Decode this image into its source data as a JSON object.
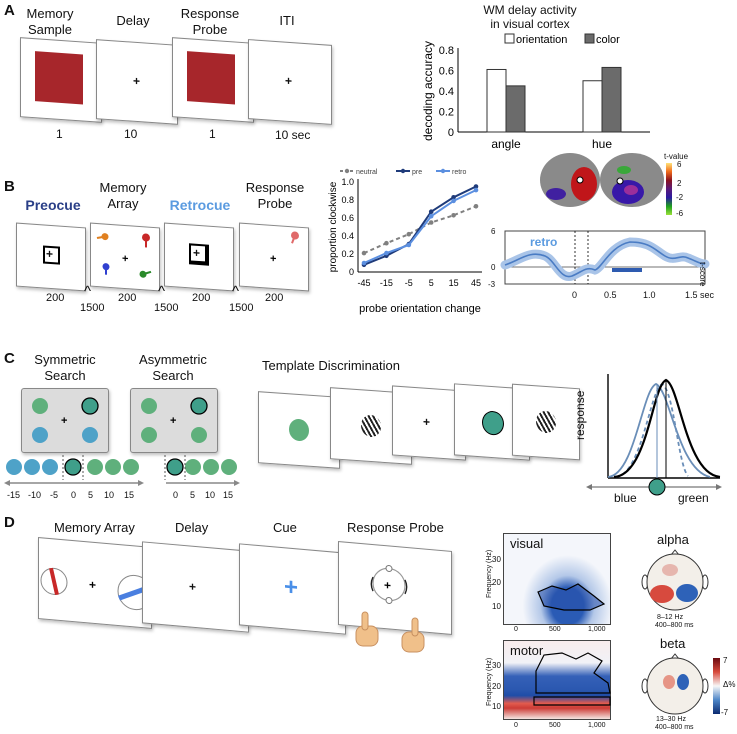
{
  "panels": {
    "a": "A",
    "b": "B",
    "c": "C",
    "d": "D"
  },
  "a": {
    "stages": [
      "Memory\nSample",
      "Delay",
      "Response\nProbe",
      "ITI"
    ],
    "durations": [
      "1",
      "10",
      "1",
      "10 sec"
    ],
    "chart_title": "WM delay activity\nin visual cortex",
    "chart_data": {
      "type": "bar",
      "title": "WM delay activity in visual cortex",
      "ylabel": "decoding accuracy",
      "xlabel": "",
      "ylim": [
        0,
        0.8
      ],
      "yticks": [
        "0",
        "0.2",
        "0.4",
        "0.6",
        "0.8"
      ],
      "categories": [
        "angle",
        "hue"
      ],
      "series": [
        {
          "name": "orientation",
          "values": [
            0.61,
            0.5
          ],
          "color": "#ffffff"
        },
        {
          "name": "color",
          "values": [
            0.45,
            0.63
          ],
          "color": "#6b6b6b"
        }
      ],
      "legend": "top-right"
    }
  },
  "b": {
    "stages": [
      "Preocue",
      "Memory\nArray",
      "Retrocue",
      "Response\nProbe"
    ],
    "durations": [
      "200",
      "200",
      "200",
      "200"
    ],
    "jitter": [
      "1500",
      "1500",
      "1500"
    ],
    "chart_data": {
      "type": "line",
      "xlabel": "probe orientation change",
      "ylabel": "proportion clockwise",
      "x": [
        "-45",
        "-15",
        "-5",
        "5",
        "15",
        "45"
      ],
      "ylim": [
        0,
        1
      ],
      "yticks": [
        "0",
        "0.2",
        "0.4",
        "0.6",
        "0.8",
        "1.0"
      ],
      "series": [
        {
          "name": "neutral",
          "values": [
            0.21,
            0.32,
            0.42,
            0.55,
            0.63,
            0.73
          ],
          "color": "#808080",
          "dash": true
        },
        {
          "name": "pre",
          "values": [
            0.08,
            0.18,
            0.31,
            0.67,
            0.83,
            0.95
          ],
          "color": "#1f3b7a"
        },
        {
          "name": "retro",
          "values": [
            0.1,
            0.21,
            0.3,
            0.62,
            0.79,
            0.91
          ],
          "color": "#5b8fe0"
        }
      ],
      "legend": "top"
    },
    "tvalue": {
      "title": "t-value",
      "ticks": [
        "6",
        "2",
        "-2",
        "-6"
      ]
    },
    "trace": {
      "label": "retro",
      "ylabel": "t-score",
      "yticks": [
        "6",
        "0",
        "-3"
      ],
      "xticks": [
        "0",
        "0.5",
        "1.0",
        "1.5 sec"
      ]
    }
  },
  "c": {
    "sym_title": "Symmetric\nSearch",
    "asym_title": "Asymmetric\nSearch",
    "sym_axis": [
      "-15",
      "-10",
      "-5",
      "0",
      "5",
      "10",
      "15"
    ],
    "asym_axis": [
      "0",
      "5",
      "10",
      "15"
    ],
    "template_title": "Template Discrimination",
    "resp_ylabel": "response",
    "resp_xlabels": [
      "blue",
      "green"
    ]
  },
  "d": {
    "stages": [
      "Memory Array",
      "Delay",
      "Cue",
      "Response Probe"
    ],
    "tf_visual": "visual",
    "tf_motor": "motor",
    "freq_label": "Frequency (Hz)",
    "freq_ticks": [
      "30",
      "20",
      "10"
    ],
    "time_ticks": [
      "0",
      "500",
      "1,000"
    ],
    "alpha": {
      "title": "alpha",
      "range": "8–12 Hz",
      "window": "400–800 ms"
    },
    "beta": {
      "title": "beta",
      "range": "13–30 Hz",
      "window": "400–800 ms"
    },
    "colorbar": {
      "max": "7",
      "min": "-7",
      "unit": "Δ%"
    }
  }
}
